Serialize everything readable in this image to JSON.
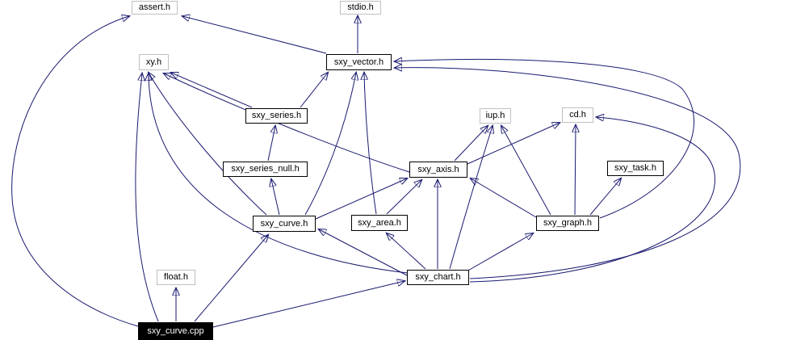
{
  "diagram": {
    "kind": "include-dependency-graph",
    "main_file": "sxy_curve.cpp",
    "edge_color": "#191970",
    "background_color": "#ffffff",
    "nodes": [
      {
        "id": "assert_h",
        "label": "assert.h",
        "kind": "external"
      },
      {
        "id": "stdio_h",
        "label": "stdio.h",
        "kind": "external"
      },
      {
        "id": "xy_h",
        "label": "xy.h",
        "kind": "external"
      },
      {
        "id": "sxy_vector_h",
        "label": "sxy_vector.h",
        "kind": "internal"
      },
      {
        "id": "sxy_series_h",
        "label": "sxy_series.h",
        "kind": "internal"
      },
      {
        "id": "iup_h",
        "label": "iup.h",
        "kind": "external"
      },
      {
        "id": "cd_h",
        "label": "cd.h",
        "kind": "external"
      },
      {
        "id": "sxy_series_null_h",
        "label": "sxy_series_null.h",
        "kind": "internal"
      },
      {
        "id": "sxy_axis_h",
        "label": "sxy_axis.h",
        "kind": "internal"
      },
      {
        "id": "sxy_task_h",
        "label": "sxy_task.h",
        "kind": "internal"
      },
      {
        "id": "sxy_curve_h",
        "label": "sxy_curve.h",
        "kind": "internal"
      },
      {
        "id": "sxy_area_h",
        "label": "sxy_area.h",
        "kind": "internal"
      },
      {
        "id": "sxy_graph_h",
        "label": "sxy_graph.h",
        "kind": "internal"
      },
      {
        "id": "float_h",
        "label": "float.h",
        "kind": "external"
      },
      {
        "id": "sxy_chart_h",
        "label": "sxy_chart.h",
        "kind": "internal"
      },
      {
        "id": "sxy_curve_cpp",
        "label": "sxy_curve.cpp",
        "kind": "main"
      }
    ],
    "edges": [
      {
        "from": "sxy_vector.h",
        "to": "stdio.h"
      },
      {
        "from": "sxy_vector.h",
        "to": "assert.h"
      },
      {
        "from": "sxy_curve.cpp",
        "to": "assert.h"
      },
      {
        "from": "sxy_series.h",
        "to": "xy.h"
      },
      {
        "from": "sxy_series.h",
        "to": "sxy_vector.h"
      },
      {
        "from": "sxy_series_null.h",
        "to": "sxy_series.h"
      },
      {
        "from": "sxy_axis.h",
        "to": "xy.h"
      },
      {
        "from": "sxy_axis.h",
        "to": "iup.h"
      },
      {
        "from": "sxy_axis.h",
        "to": "cd.h"
      },
      {
        "from": "sxy_curve.h",
        "to": "xy.h"
      },
      {
        "from": "sxy_curve.h",
        "to": "sxy_series_null.h"
      },
      {
        "from": "sxy_curve.h",
        "to": "sxy_axis.h"
      },
      {
        "from": "sxy_curve.h",
        "to": "sxy_vector.h"
      },
      {
        "from": "sxy_area.h",
        "to": "sxy_axis.h"
      },
      {
        "from": "sxy_area.h",
        "to": "sxy_vector.h"
      },
      {
        "from": "sxy_graph.h",
        "to": "sxy_axis.h"
      },
      {
        "from": "sxy_graph.h",
        "to": "iup.h"
      },
      {
        "from": "sxy_graph.h",
        "to": "cd.h"
      },
      {
        "from": "sxy_graph.h",
        "to": "sxy_task.h"
      },
      {
        "from": "sxy_graph.h",
        "to": "sxy_vector.h"
      },
      {
        "from": "sxy_chart.h",
        "to": "xy.h"
      },
      {
        "from": "sxy_chart.h",
        "to": "sxy_curve.h"
      },
      {
        "from": "sxy_chart.h",
        "to": "sxy_area.h"
      },
      {
        "from": "sxy_chart.h",
        "to": "sxy_axis.h"
      },
      {
        "from": "sxy_chart.h",
        "to": "sxy_graph.h"
      },
      {
        "from": "sxy_chart.h",
        "to": "iup.h"
      },
      {
        "from": "sxy_chart.h",
        "to": "cd.h"
      },
      {
        "from": "sxy_chart.h",
        "to": "sxy_vector.h"
      },
      {
        "from": "sxy_curve.cpp",
        "to": "xy.h"
      },
      {
        "from": "sxy_curve.cpp",
        "to": "float.h"
      },
      {
        "from": "sxy_curve.cpp",
        "to": "sxy_curve.h"
      },
      {
        "from": "sxy_curve.cpp",
        "to": "sxy_chart.h"
      }
    ]
  }
}
